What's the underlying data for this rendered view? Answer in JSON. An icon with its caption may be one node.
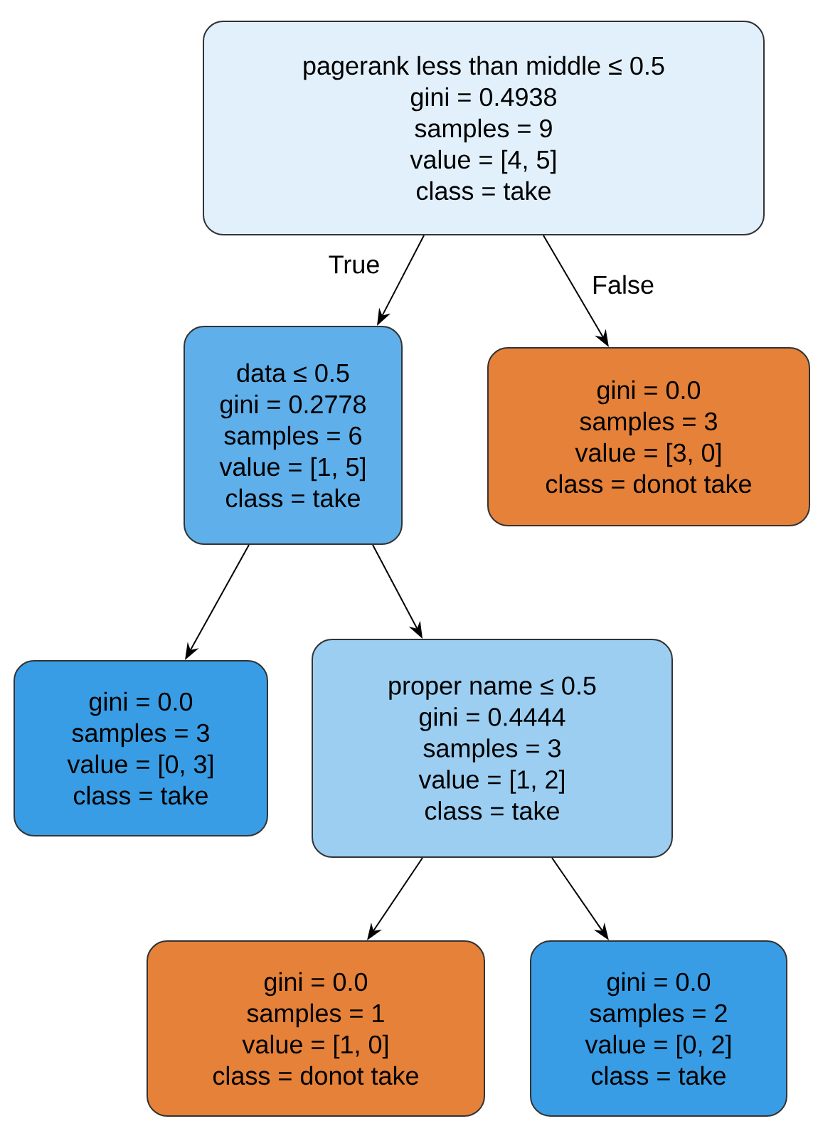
{
  "diagram": {
    "nodes": [
      {
        "text": [
          "pagerank less than middle ≤ 0.5",
          "gini = 0.4938",
          "samples = 9",
          "value = [4, 5]",
          "class = take"
        ]
      },
      {
        "text": [
          "data ≤ 0.5",
          "gini = 0.2778",
          "samples = 6",
          "value = [1, 5]",
          "class = take"
        ]
      },
      {
        "text": [
          "gini = 0.0",
          "samples = 3",
          "value = [3, 0]",
          "class = donot take"
        ]
      },
      {
        "text": [
          "gini = 0.0",
          "samples = 3",
          "value = [0, 3]",
          "class = take"
        ]
      },
      {
        "text": [
          "proper name ≤ 0.5",
          "gini = 0.4444",
          "samples = 3",
          "value = [1, 2]",
          "class = take"
        ]
      },
      {
        "text": [
          "gini = 0.0",
          "samples = 1",
          "value = [1, 0]",
          "class = donot take"
        ]
      },
      {
        "text": [
          "gini = 0.0",
          "samples = 2",
          "value = [0, 2]",
          "class = take"
        ]
      }
    ],
    "edges": [
      {
        "from": 0,
        "to": 1,
        "arrow": "to",
        "label": "True"
      },
      {
        "from": 0,
        "to": 2,
        "arrow": "to",
        "label": "False"
      },
      {
        "from": 1,
        "to": 3,
        "arrow": "to"
      },
      {
        "from": 1,
        "to": 4,
        "arrow": "to"
      },
      {
        "from": 4,
        "to": 5,
        "arrow": "to"
      },
      {
        "from": 4,
        "to": 6,
        "arrow": "to"
      }
    ]
  }
}
